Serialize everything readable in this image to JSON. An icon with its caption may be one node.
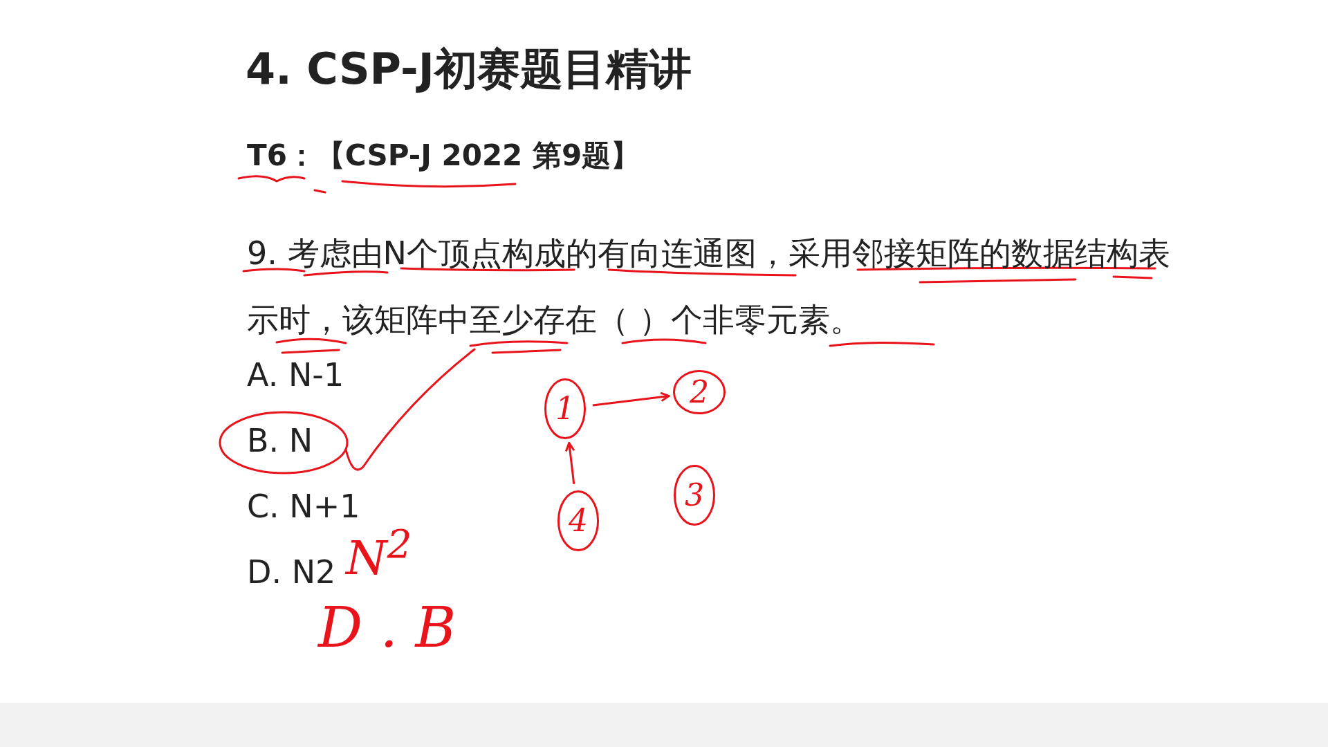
{
  "diagram": {
    "title": "4. CSP-J初赛题目精讲",
    "nodes": [
      {
        "text": [
          "1"
        ]
      },
      {
        "text": [
          "2"
        ]
      },
      {
        "text": [
          "4"
        ]
      },
      {
        "text": [
          "3"
        ]
      }
    ],
    "edges": [
      {
        "from": 0,
        "to": 1,
        "arrow": "to"
      },
      {
        "from": 2,
        "to": 0,
        "arrow": "to"
      }
    ],
    "labels": [
      "T6：【CSP-J 2022 第9题】",
      "9. 考虑由N个顶点构成的有向连通图，采用邻接矩阵的数据结构表示时，该矩阵中至少存在（ ）个非零元素。",
      "A. N-1",
      "B. N",
      "C. N+1",
      "D. N2",
      "N$^{2}$",
      "D . B"
    ]
  }
}
